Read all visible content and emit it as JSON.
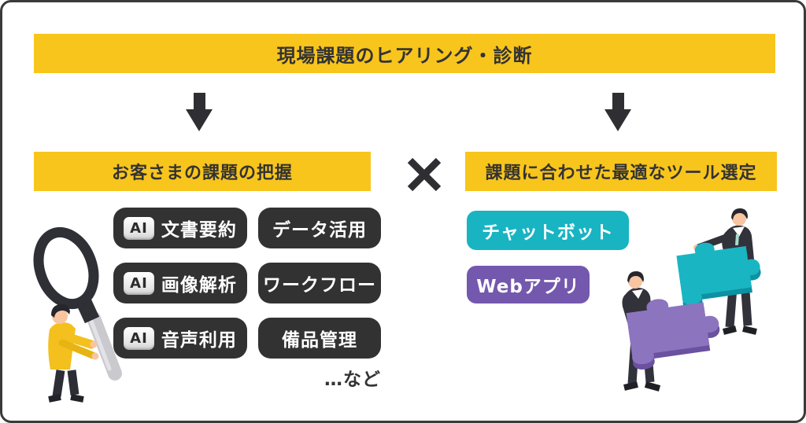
{
  "colors": {
    "accent_yellow": "#f8c51c",
    "dark": "#333333",
    "pill_dark": "#323232",
    "teal": "#18b4c2",
    "purple": "#7458ae"
  },
  "header": {
    "title": "現場課題のヒアリング・診断"
  },
  "flow_icons": {
    "left": "down-arrow-icon",
    "right": "down-arrow-icon"
  },
  "operator": {
    "symbol": "✕",
    "icon": "multiply-icon"
  },
  "left_section": {
    "title": "お客さまの課題の把握",
    "items": [
      {
        "badge": "AI",
        "label": "文書要約"
      },
      {
        "badge": "",
        "label": "データ活用"
      },
      {
        "badge": "AI",
        "label": "画像解析"
      },
      {
        "badge": "",
        "label": "ワークフロー"
      },
      {
        "badge": "AI",
        "label": "音声利用"
      },
      {
        "badge": "",
        "label": "備品管理"
      }
    ],
    "more_label": "…など",
    "illustration": "person-with-magnifying-glass"
  },
  "right_section": {
    "title": "課題に合わせた最適なツール選定",
    "tools": [
      {
        "label": "チャットボット",
        "color": "#18b4c2"
      },
      {
        "label": "Webアプリ",
        "color": "#7458ae"
      }
    ],
    "illustration": "businessmen-with-puzzle-pieces"
  }
}
